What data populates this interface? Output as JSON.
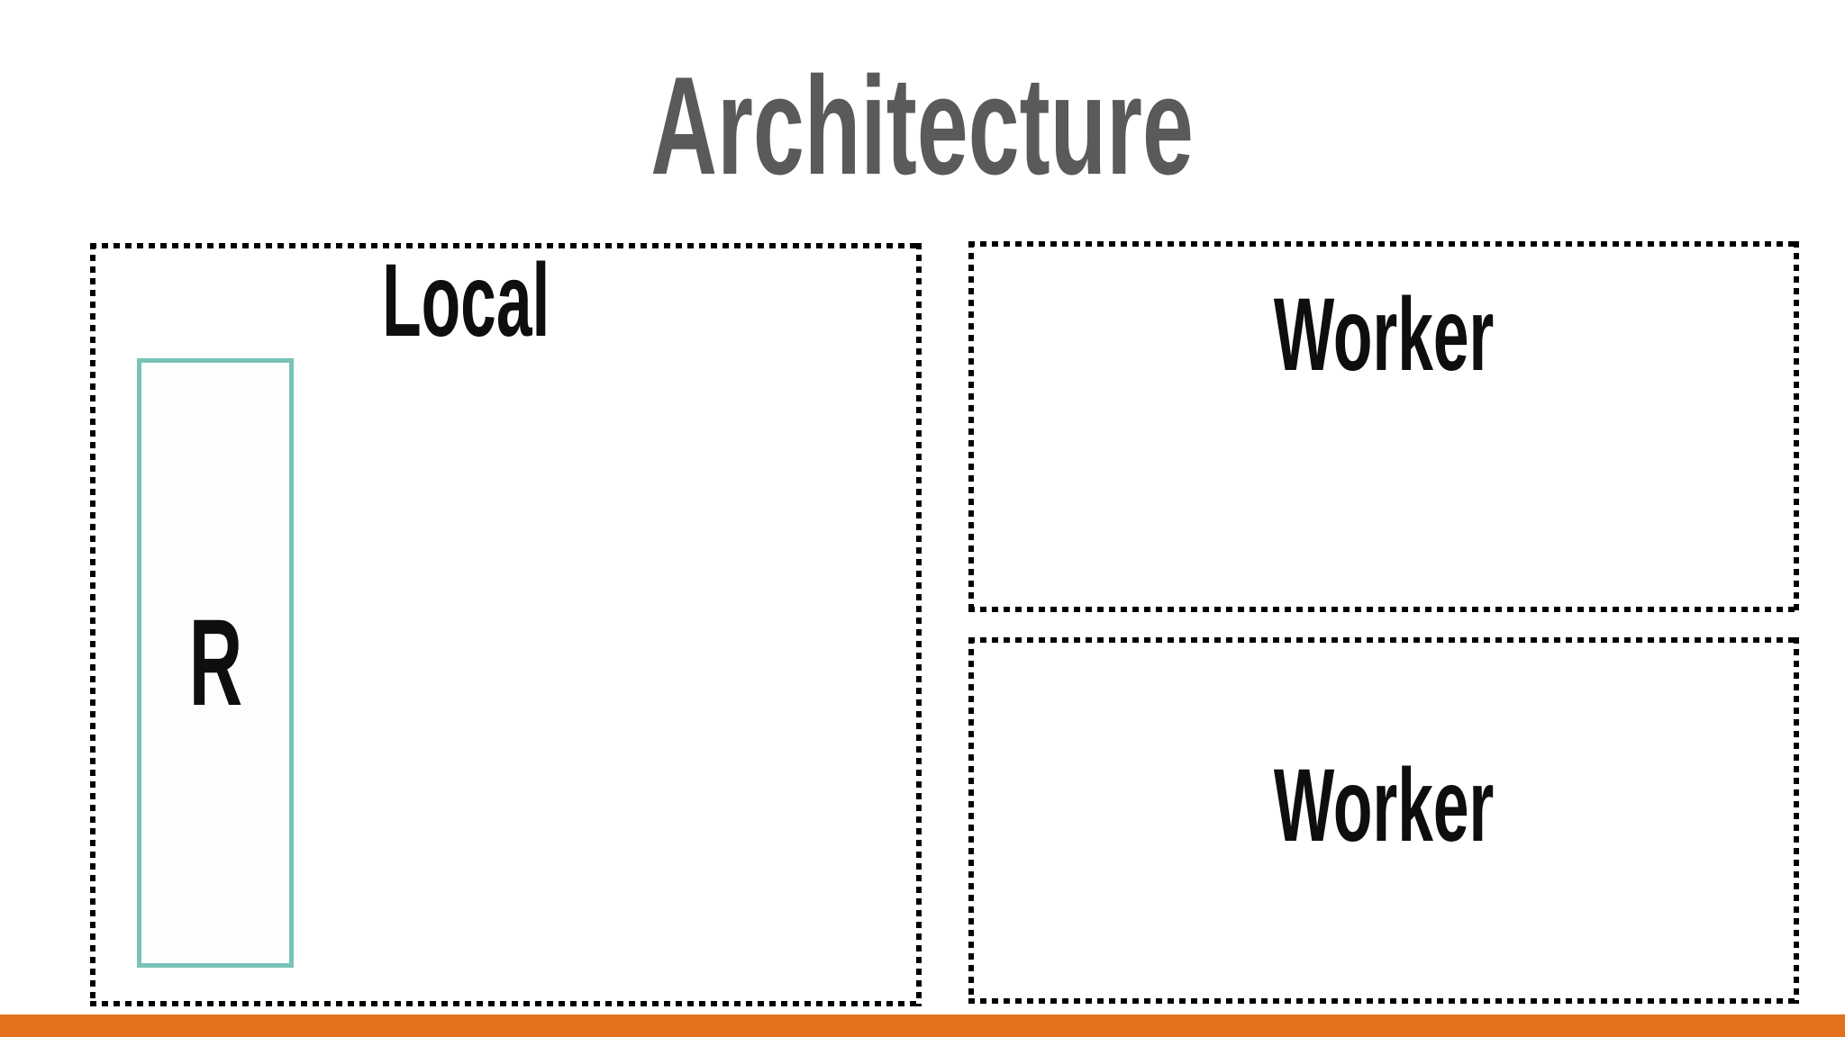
{
  "title": {
    "text": "Architecture"
  },
  "colors": {
    "background": "#ffffff",
    "title": "#5a5a5c",
    "label": "#0e0e0e",
    "box-border": "#000000",
    "node-border": "#79c2ba",
    "node-fill": "#fdfdfd",
    "accent-bar": "#e2711d"
  },
  "diagram": {
    "local_box": {
      "label": "Local"
    },
    "r_node": {
      "label": "R"
    },
    "worker_boxes": [
      {
        "label": "Worker"
      },
      {
        "label": "Worker"
      }
    ]
  }
}
